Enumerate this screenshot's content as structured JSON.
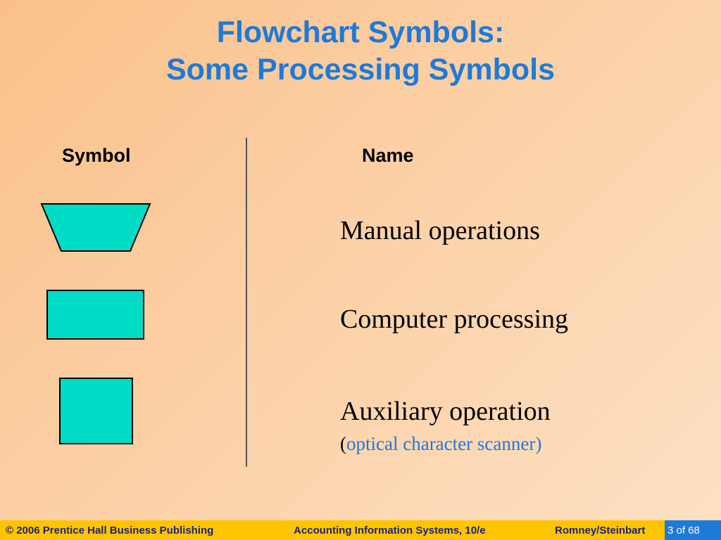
{
  "title": {
    "line1": "Flowchart Symbols:",
    "line2": "Some Processing Symbols"
  },
  "columns": {
    "symbol": "Symbol",
    "name": "Name"
  },
  "rows": [
    {
      "shape": "trapezoid",
      "name": "Manual operations"
    },
    {
      "shape": "rectangle",
      "name": "Computer processing"
    },
    {
      "shape": "square",
      "name": "Auxiliary operation"
    }
  ],
  "note": {
    "open": "(",
    "text": "optical character scanner)"
  },
  "footer": {
    "copyright": "© 2006 Prentice Hall Business Publishing",
    "book": "Accounting Information Systems, 10/e",
    "authors": "Romney/Steinbart",
    "page": "3 of 68"
  },
  "colors": {
    "accent": "#1e7ad8",
    "symbol_fill": "#00dcc6",
    "footer_bar": "#ffc400"
  }
}
